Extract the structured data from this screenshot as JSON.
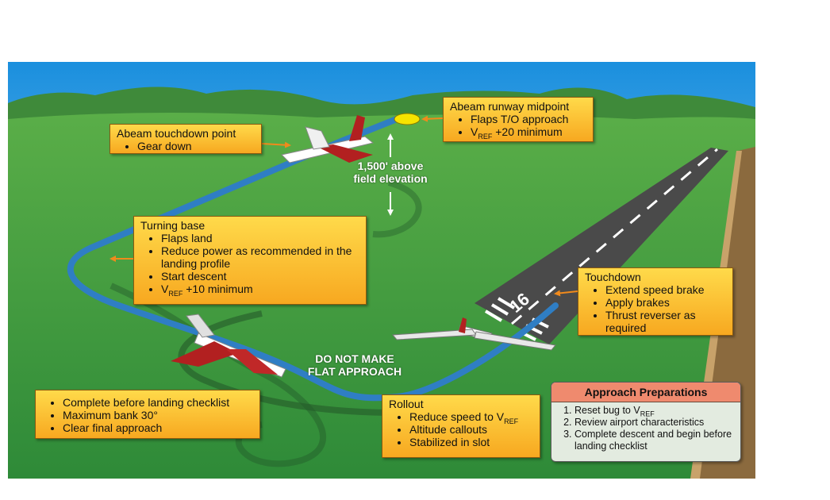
{
  "callouts": {
    "abeam_touchdown": {
      "title": "Abeam touchdown point",
      "items": [
        "Gear down"
      ]
    },
    "abeam_midpoint": {
      "title": "Abeam runway midpoint",
      "item1": "Flaps T/O approach",
      "item2_prefix": "V",
      "item2_sub": "REF",
      "item2_suffix": " +20 minimum"
    },
    "turning_base": {
      "title": "Turning base",
      "item1": "Flaps land",
      "item2": "Reduce power as recommended in the landing profile",
      "item3": "Start descent",
      "item4_prefix": "V",
      "item4_sub": "REF",
      "item4_suffix": " +10 minimum"
    },
    "touchdown": {
      "title": "Touchdown",
      "item1": "Extend speed brake",
      "item2": "Apply brakes",
      "item3": "Thrust reverser as required"
    },
    "downwind": {
      "item1": "Complete before landing checklist",
      "item2": "Maximum bank 30°",
      "item3": "Clear final approach"
    },
    "rollout": {
      "title": "Rollout",
      "item1_prefix": "Reduce speed to V",
      "item1_sub": "REF",
      "item2": "Altitude callouts",
      "item3": "Stabilized in slot"
    }
  },
  "labels": {
    "altitude_line1": "1,500' above",
    "altitude_line2": "field elevation",
    "flat_line1": "DO NOT MAKE",
    "flat_line2": "FLAT APPROACH"
  },
  "approach_preparations": {
    "title": "Approach Preparations",
    "step1_prefix": "Reset bug to V",
    "step1_sub": "REF",
    "step2": "Review airport characteristics",
    "step3": "Complete descent and begin before landing checklist"
  },
  "runway_number": "16",
  "colors": {
    "sky": "#35a8e6",
    "grass": "#4fa040",
    "path": "#2f7ec4",
    "callout": "#fbc232",
    "prep_header": "#ef8a6e",
    "arrow": "#f08a1c"
  }
}
